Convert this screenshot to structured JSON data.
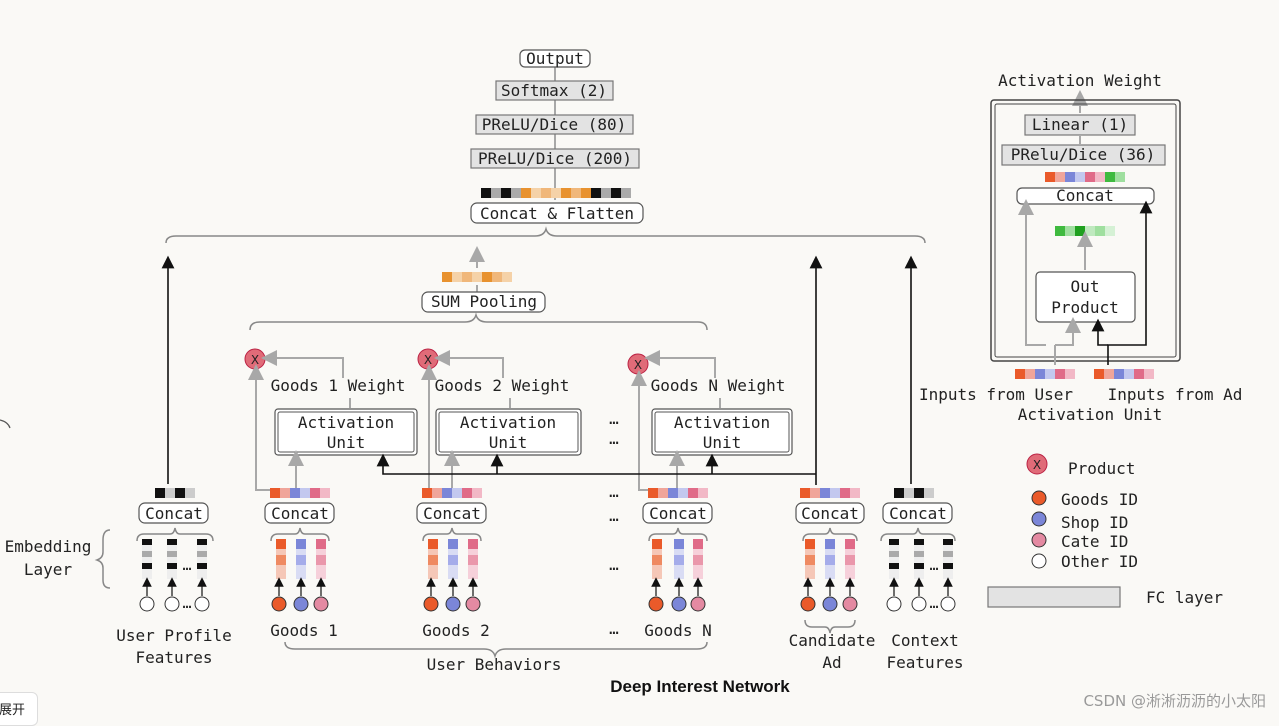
{
  "title": "Deep Interest Network",
  "top_stack": {
    "output": "Output",
    "softmax": "Softmax (2)",
    "prelu80": "PReLU/Dice (80)",
    "prelu200": "PReLU/Dice (200)",
    "concat_flatten": "Concat & Flatten"
  },
  "sum_pooling": "SUM Pooling",
  "weights": [
    "Goods 1 Weight",
    "Goods 2 Weight",
    "Goods N Weight"
  ],
  "activation_unit": [
    "Activation",
    "Unit"
  ],
  "ellipsis": "…",
  "concat": "Concat",
  "embedding_layer": [
    "Embedding",
    "Layer"
  ],
  "groups": {
    "user_profile": [
      "User Profile",
      "Features"
    ],
    "goods": [
      "Goods 1",
      "Goods 2",
      "Goods N"
    ],
    "user_behaviors": "User Behaviors",
    "candidate_ad": [
      "Candidate",
      "Ad"
    ],
    "context": [
      "Context",
      "Features"
    ]
  },
  "activation_weight_panel": {
    "title": "Activation Weight",
    "linear": "Linear (1)",
    "prelu": "PRelu/Dice (36)",
    "concat": "Concat",
    "out_product": [
      "Out",
      "Product"
    ],
    "inputs_user": "Inputs from User",
    "inputs_ad": "Inputs from Ad",
    "caption": "Activation Unit"
  },
  "legend": {
    "product": "Product",
    "product_symbol": "X",
    "goods_id": "Goods ID",
    "shop_id": "Shop ID",
    "cate_id": "Cate ID",
    "other_id": "Other ID",
    "fc_layer": "FC layer"
  },
  "colors": {
    "goods": "#ea5a2a",
    "shop": "#7b86d8",
    "cate": "#e48aa2",
    "other": "#ffffff",
    "product": "#e06b78",
    "orange": "#e8922f",
    "green": "#3fba3f"
  },
  "watermark": "CSDN @淅淅沥沥的小太阳",
  "expand_tab": "展开"
}
